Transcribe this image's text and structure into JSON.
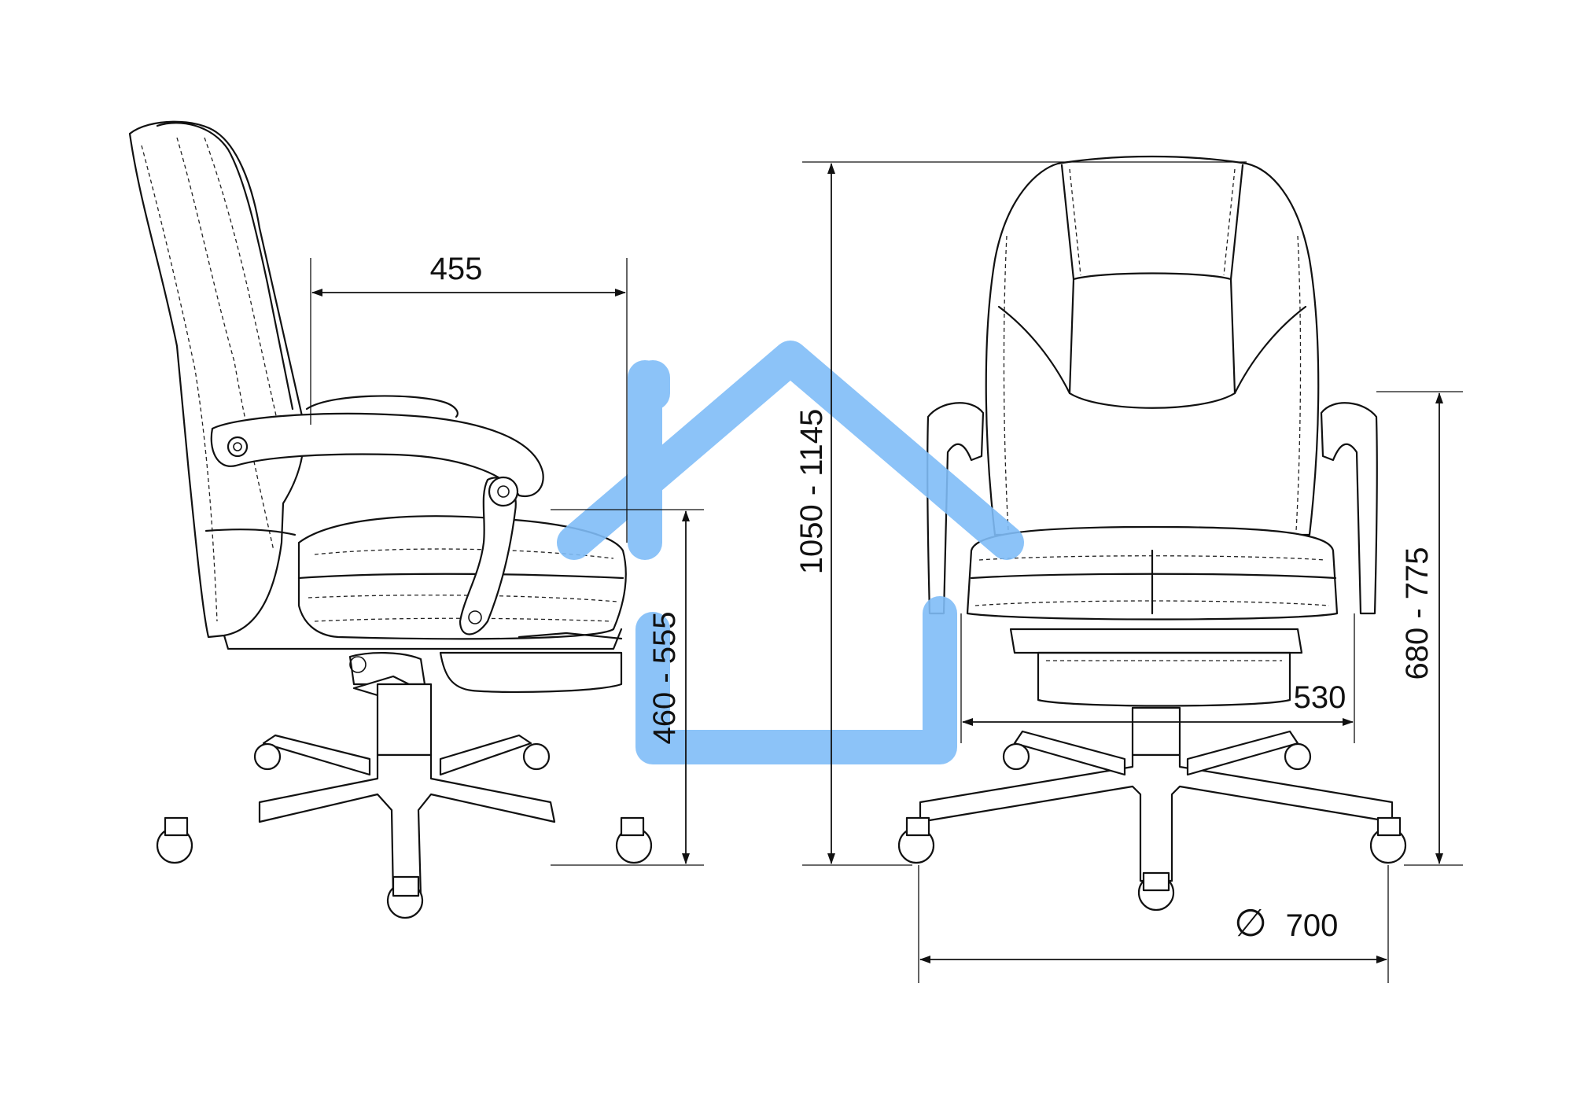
{
  "dimensions": {
    "seat_depth": "455",
    "seat_height": "460 - 555",
    "total_height": "1050 - 1145",
    "armrest_height": "680 - 775",
    "seat_width": "530",
    "base_diameter": "700",
    "diameter_symbol": "∅"
  },
  "watermark": {
    "color": "#7fbcf7",
    "icon": "house-icon"
  }
}
